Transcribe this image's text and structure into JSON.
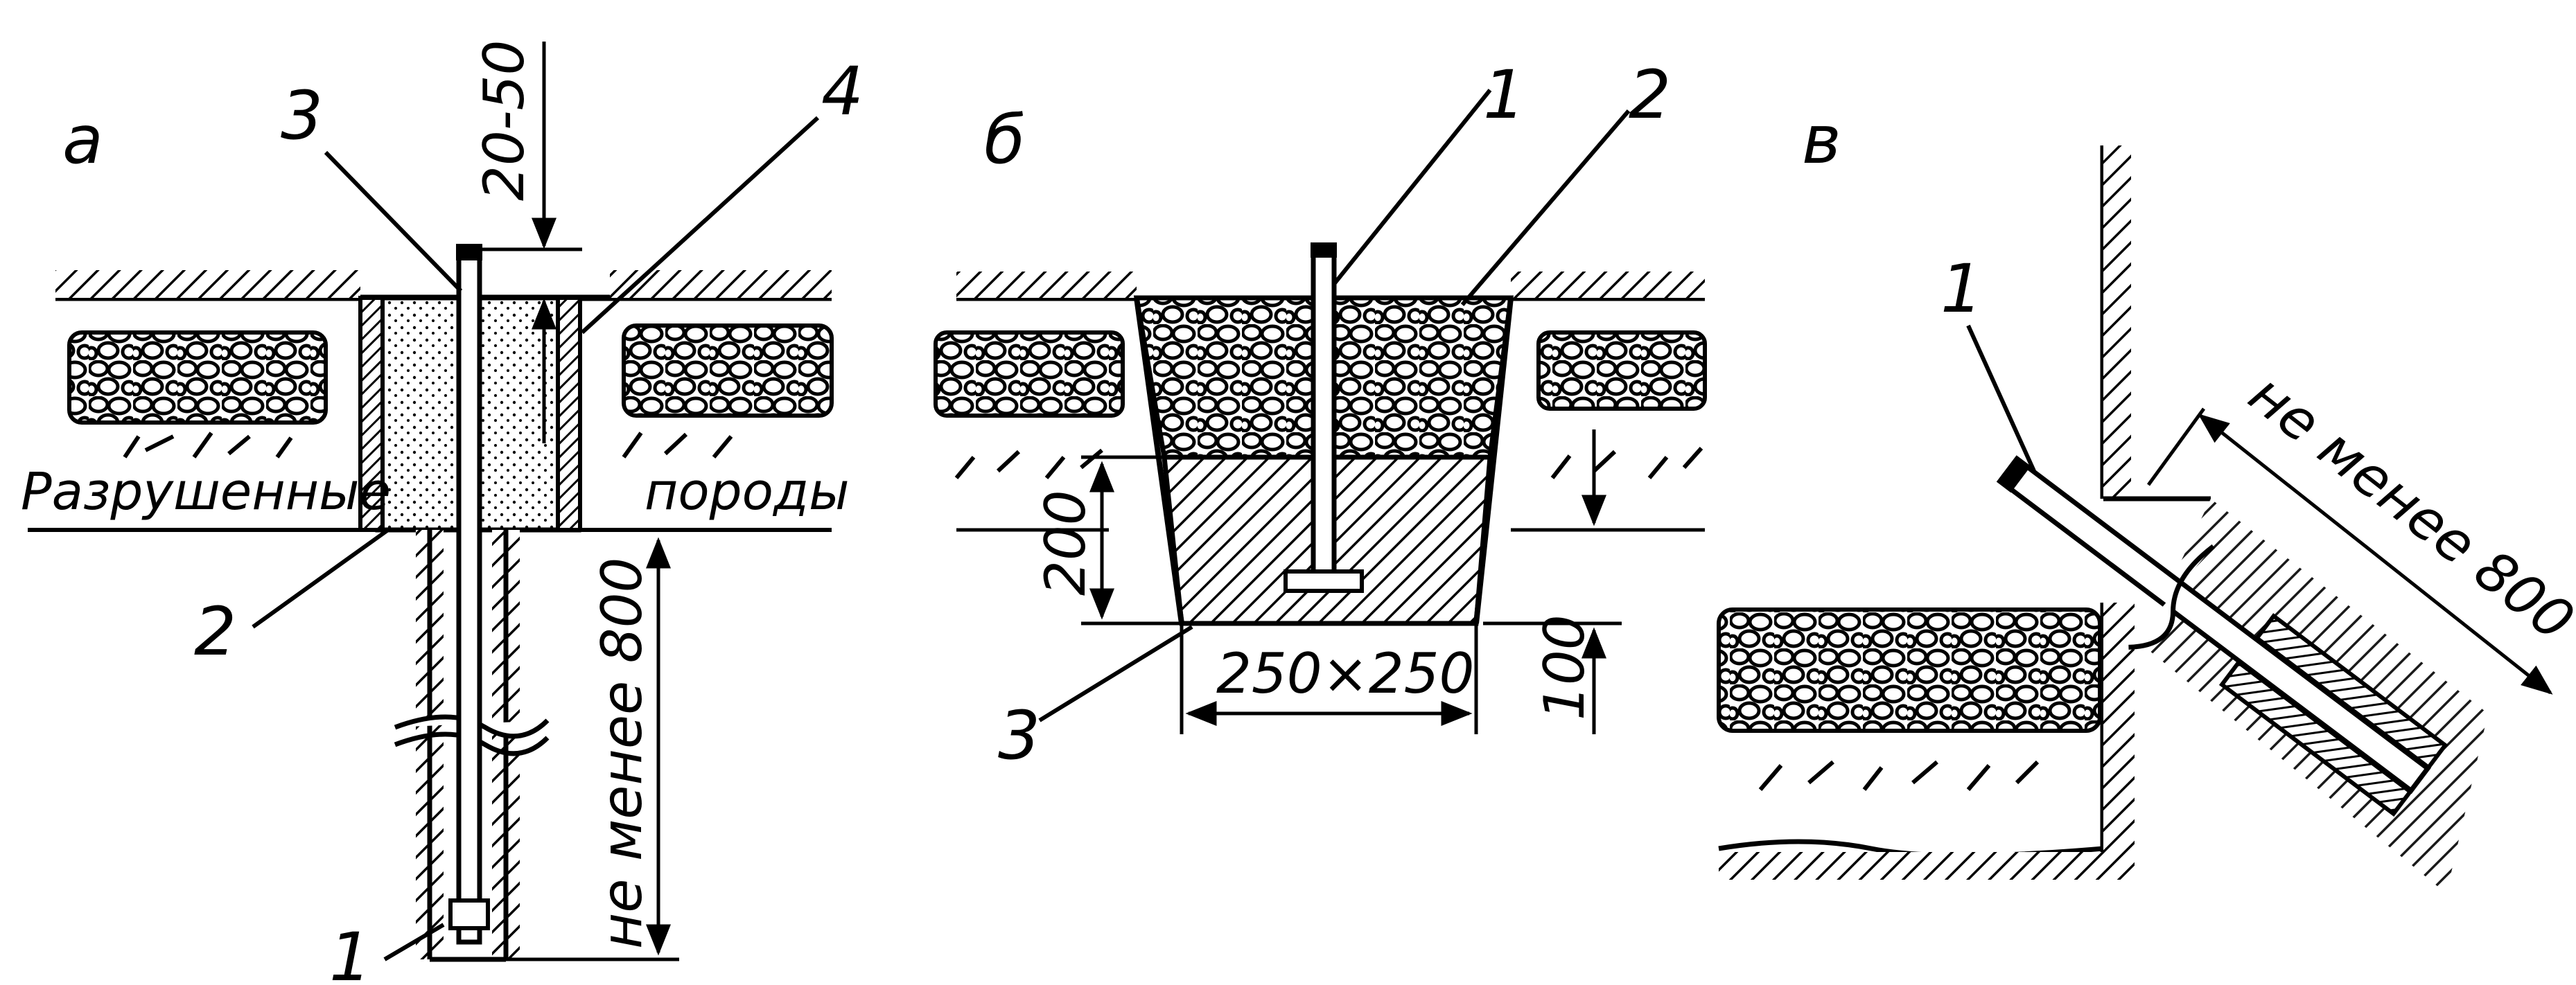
{
  "figure": {
    "panels": [
      {
        "id": "a",
        "letter": "а",
        "callouts": [
          "3",
          "4",
          "2",
          "1"
        ],
        "dims": [
          "20-50",
          "не менее 800"
        ],
        "words": [
          "Разрушенные",
          "породы"
        ]
      },
      {
        "id": "b",
        "letter": "б",
        "callouts": [
          "1",
          "2",
          "3"
        ],
        "dims": [
          "200",
          "250×250",
          "100"
        ]
      },
      {
        "id": "c",
        "letter": "в",
        "callouts": [
          "1"
        ],
        "dims": [
          "не менее 800"
        ]
      }
    ]
  }
}
